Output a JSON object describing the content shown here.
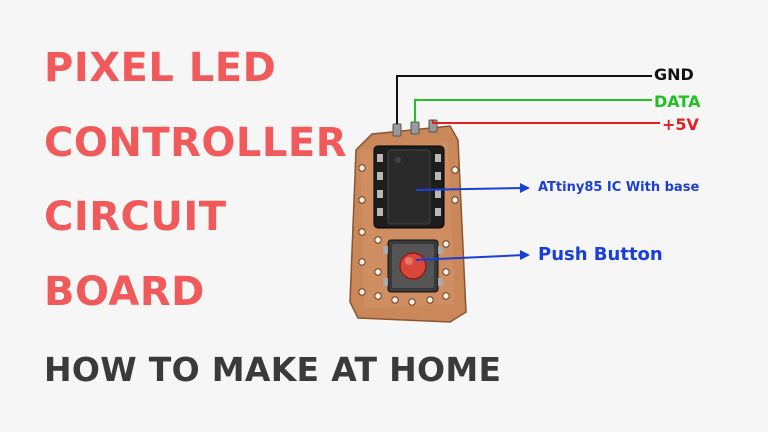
{
  "title_lines": [
    "PIXEL LED",
    "CONTROLLER",
    "CIRCUIT",
    "BOARD"
  ],
  "subtitle": "HOW TO MAKE AT HOME",
  "pins": {
    "gnd": {
      "label": "GND",
      "color": "#111111"
    },
    "data": {
      "label": "DATA",
      "color": "#22c022"
    },
    "vcc": {
      "label": "+5V",
      "color": "#e02020"
    }
  },
  "callouts": {
    "ic": "ATtiny85 IC With base",
    "button": "Push Button"
  },
  "colors": {
    "title": "#f05a5a",
    "subtitle": "#3a3a3a",
    "callout": "#1a3fd6",
    "pcb": "#c9875a",
    "background": "#f6f6f6"
  }
}
